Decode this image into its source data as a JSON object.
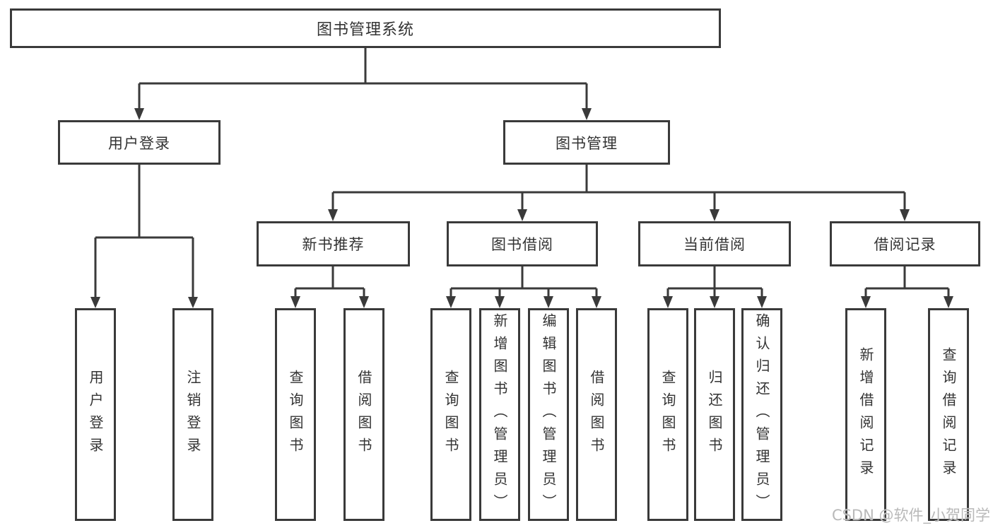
{
  "diagram": {
    "type": "tree",
    "colors": {
      "line": "#3a3a3a",
      "box_border": "#3a3a3a",
      "text": "#333333",
      "background": "#ffffff",
      "watermark": "#b9b9b9"
    },
    "nodes": {
      "root": "图书管理系统",
      "user_login": {
        "label": "用户登录",
        "children": [
          "用户登录",
          "注销登录"
        ]
      },
      "book_management": {
        "label": "图书管理",
        "groups": [
          {
            "label": "新书推荐",
            "children": [
              "查询图书",
              "借阅图书"
            ]
          },
          {
            "label": "图书借阅",
            "children": [
              "查询图书",
              "新增图书（管理员）",
              "编辑图书（管理员）",
              "借阅图书"
            ]
          },
          {
            "label": "当前借阅",
            "children": [
              "查询图书",
              "归还图书",
              "确认归还（管理员）"
            ]
          },
          {
            "label": "借阅记录",
            "children": [
              "新增借阅记录",
              "查询借阅记录"
            ]
          }
        ]
      }
    },
    "watermark": "CSDN @软件_小贺同学"
  }
}
